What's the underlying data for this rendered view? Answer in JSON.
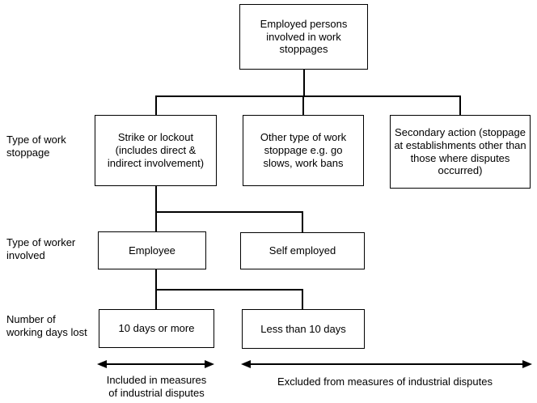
{
  "diagram": {
    "nodes": {
      "root": "Employed persons involved in work stoppages",
      "strike": "Strike or lockout (includes direct & indirect involvement)",
      "other": "Other type of work stoppage e.g. go slows, work bans",
      "secondary": "Secondary action (stoppage at establishments other than those where disputes occurred)",
      "employee": "Employee",
      "self_employed": "Self employed",
      "ten_or_more": "10 days or more",
      "less_than_ten": "Less than 10 days"
    },
    "row_labels": {
      "stoppage_type": "Type of work stoppage",
      "worker_type": "Type of worker involved",
      "days_lost": "Number of working days lost"
    },
    "legend": {
      "included": "Included in measures of industrial disputes",
      "excluded": "Excluded from measures of industrial disputes"
    },
    "colors": {
      "line": "#000000",
      "text": "#000000",
      "background": "#ffffff"
    }
  }
}
